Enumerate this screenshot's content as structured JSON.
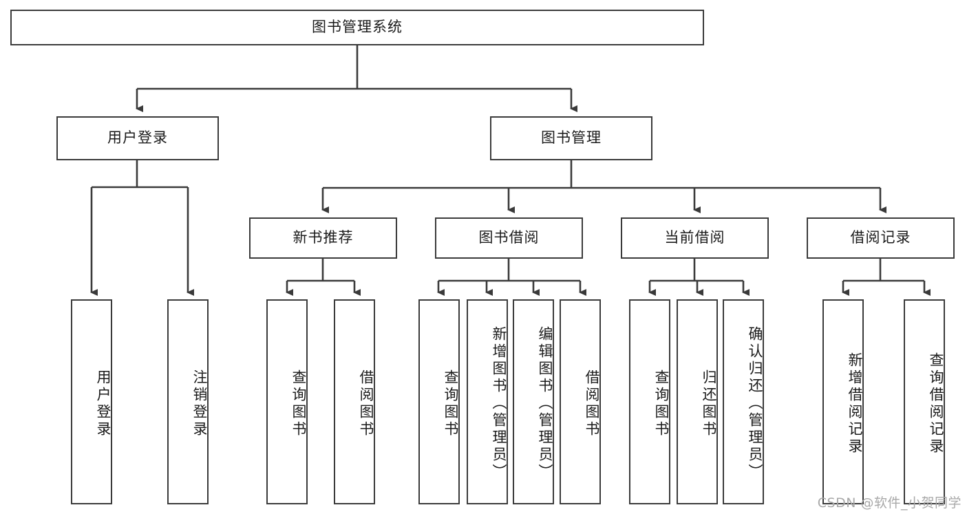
{
  "diagram": {
    "type": "hierarchy-tree",
    "title": "图书管理系统",
    "watermark": "CSDN @软件_小贺同学",
    "colors": {
      "stroke": "#3a3a3a",
      "fill": "#ffffff",
      "text": "#1a1a1a",
      "watermark": "#a8a8a8"
    },
    "nodes": {
      "root": {
        "label": "图书管理系统",
        "orientation": "horizontal",
        "level": 1
      },
      "l2": [
        {
          "id": "user-login",
          "label": "用户登录",
          "orientation": "horizontal",
          "level": 2
        },
        {
          "id": "book-mgmt",
          "label": "图书管理",
          "orientation": "horizontal",
          "level": 2
        }
      ],
      "l3": [
        {
          "id": "new-book-rec",
          "label": "新书推荐",
          "orientation": "horizontal",
          "level": 3
        },
        {
          "id": "book-borrow",
          "label": "图书借阅",
          "orientation": "horizontal",
          "level": 3
        },
        {
          "id": "current-borrow",
          "label": "当前借阅",
          "orientation": "horizontal",
          "level": 3
        },
        {
          "id": "borrow-record",
          "label": "借阅记录",
          "orientation": "horizontal",
          "level": 3
        }
      ],
      "leaves": [
        {
          "id": "leaf-user-login",
          "label": "用户登录",
          "parent": "user-login",
          "orientation": "vertical"
        },
        {
          "id": "leaf-user-logout",
          "label": "注销登录",
          "parent": "user-login",
          "orientation": "vertical"
        },
        {
          "id": "leaf-query-book-rec",
          "label": "查询图书",
          "parent": "new-book-rec",
          "orientation": "vertical"
        },
        {
          "id": "leaf-borrow-book-rec",
          "label": "借阅图书",
          "parent": "new-book-rec",
          "orientation": "vertical"
        },
        {
          "id": "leaf-query-book-borrow",
          "label": "查询图书",
          "parent": "book-borrow",
          "orientation": "vertical"
        },
        {
          "id": "leaf-add-book",
          "label": "新增图书（管理员）",
          "parent": "book-borrow",
          "orientation": "vertical"
        },
        {
          "id": "leaf-edit-book",
          "label": "编辑图书（管理员）",
          "parent": "book-borrow",
          "orientation": "vertical"
        },
        {
          "id": "leaf-borrow-book",
          "label": "借阅图书",
          "parent": "book-borrow",
          "orientation": "vertical"
        },
        {
          "id": "leaf-query-book-cur",
          "label": "查询图书",
          "parent": "current-borrow",
          "orientation": "vertical"
        },
        {
          "id": "leaf-return-book",
          "label": "归还图书",
          "parent": "current-borrow",
          "orientation": "vertical"
        },
        {
          "id": "leaf-confirm-return",
          "label": "确认归还（管理员）",
          "parent": "current-borrow",
          "orientation": "vertical"
        },
        {
          "id": "leaf-add-record",
          "label": "新增借阅记录",
          "parent": "borrow-record",
          "orientation": "vertical"
        },
        {
          "id": "leaf-query-record",
          "label": "查询借阅记录",
          "parent": "borrow-record",
          "orientation": "vertical"
        }
      ]
    }
  }
}
